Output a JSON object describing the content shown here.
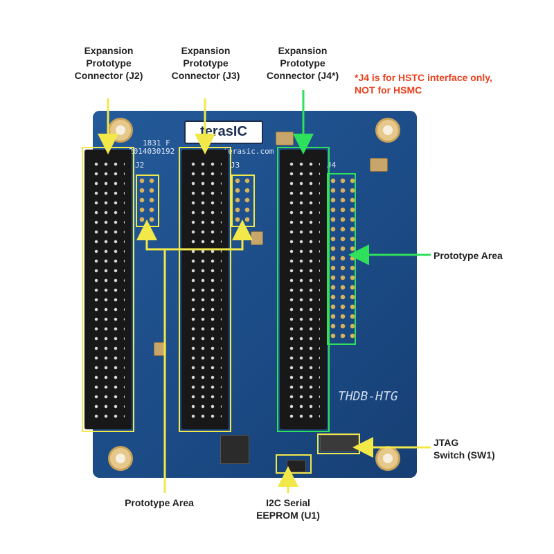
{
  "labels": {
    "j2": "Expansion\nPrototype\nConnector (J2)",
    "j3": "Expansion\nPrototype\nConnector (J3)",
    "j4": "Expansion\nPrototype\nConnector (J4*)",
    "note": "*J4 is for HSTC interface only,\nNOT for HSMC",
    "proto_right": "Prototype Area",
    "proto_bottom": "Prototype Area",
    "jtag": "JTAG\nSwitch (SW1)",
    "eeprom": "I2C Serial\nEEPROM (U1)"
  },
  "board": {
    "logo": "terasIC",
    "serial": "1831 F",
    "code": "2014030192",
    "url": "www.terasic.com",
    "model": "THDB-HTG",
    "conn_j2": "J2",
    "conn_j3": "J3",
    "conn_j4": "J4"
  },
  "colors": {
    "highlight_yellow": "#f2e84a",
    "highlight_green": "#2ee05a",
    "note_red": "#e8401c",
    "board_blue": "#1f4f8c"
  }
}
